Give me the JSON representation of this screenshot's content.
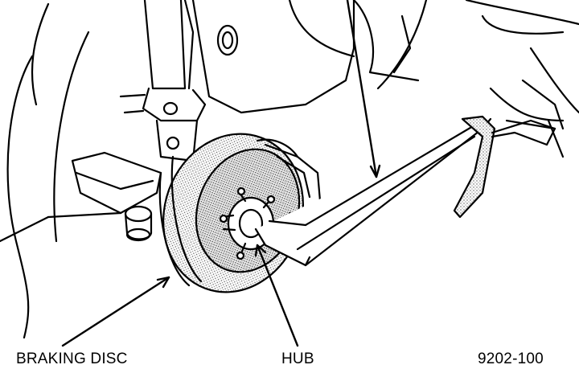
{
  "labels": {
    "braking_disc": "BRAKING DISC",
    "hub": "HUB",
    "figure_number": "9202-100"
  }
}
